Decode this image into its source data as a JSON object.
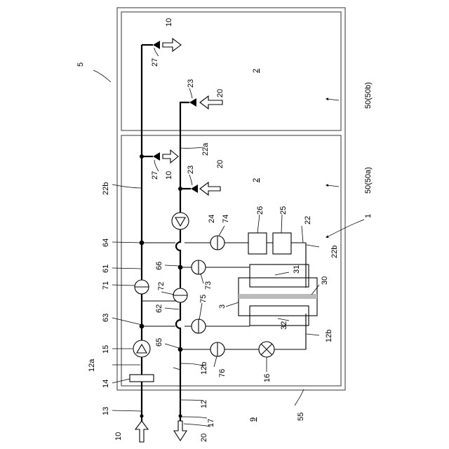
{
  "labels": {
    "l5": "5",
    "l2a": "2",
    "l2b": "2",
    "l50b": "50(50b)",
    "l50a": "50(50a)",
    "l1": "1",
    "l9": "9",
    "l55": "55",
    "l10_top": "10",
    "l27_top": "27",
    "l23_top": "23",
    "l20_top": "20",
    "l22a": "22a",
    "l27_mid": "27",
    "l10_mid": "10",
    "l23_mid": "23",
    "l20_mid": "20",
    "l22b_left": "22b",
    "l24": "24",
    "l26": "26",
    "l25": "25",
    "l22": "22",
    "l22b_right": "22b",
    "l64": "64",
    "l74": "74",
    "l66": "66",
    "l61": "61",
    "l73": "73",
    "l31": "31",
    "l30": "30",
    "l71": "71",
    "l72": "72",
    "l75": "75",
    "l3": "3",
    "l62": "62",
    "l63": "63",
    "l32": "32",
    "l65": "65",
    "l12b_right": "12b",
    "l15": "15",
    "l12a": "12a",
    "l12b_left": "12b",
    "l76": "76",
    "l16": "16",
    "l14": "14",
    "l12": "12",
    "l13": "13",
    "l17": "17",
    "l10_bot": "10",
    "l20_bot": "20"
  },
  "colors": {
    "line": "#000000",
    "frame": "#555555",
    "membrane": "#bbbbbb"
  }
}
